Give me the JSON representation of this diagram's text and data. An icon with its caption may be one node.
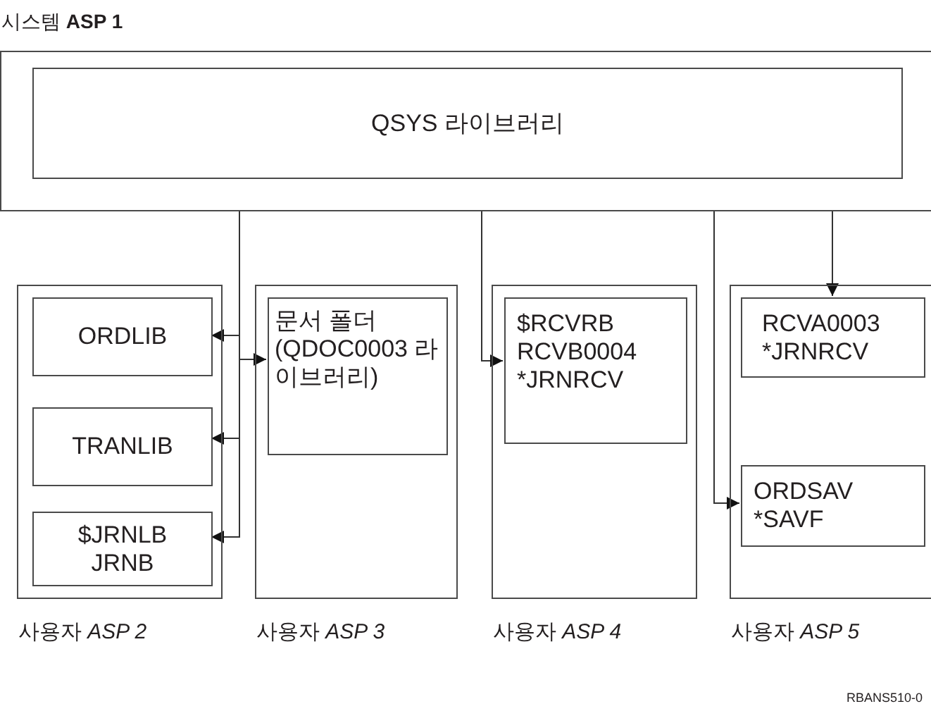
{
  "diagram": {
    "nodes": [
      {
        "text": [
          "시스템 **ASP 1**"
        ]
      },
      {
        "text": [
          "QSYS 라이브러리"
        ],
        "in": 0
      },
      {
        "text": [
          "사용자 *ASP 2*"
        ]
      },
      {
        "text": [
          "ORDLIB"
        ],
        "in": 2
      },
      {
        "text": [
          "TRANLIB"
        ],
        "in": 2
      },
      {
        "text": [
          "$JRNLB JRNB"
        ],
        "in": 2
      },
      {
        "text": [
          "사용자 *ASP 3*"
        ]
      },
      {
        "text": [
          "문서 폴더 (QDOC0003 라이브러리)"
        ],
        "in": 6
      },
      {
        "text": [
          "사용자 *ASP 4*"
        ]
      },
      {
        "text": [
          "$RCVRB RCVB0004 *JRNRCV"
        ],
        "in": 8
      },
      {
        "text": [
          "사용자 *ASP 5*"
        ]
      },
      {
        "text": [
          "RCVA0003 *JRNRCV"
        ],
        "in": 10
      },
      {
        "text": [
          "ORDSAV *SAVF"
        ],
        "in": 10
      }
    ],
    "edges": [
      {
        "from": 0,
        "to": 3,
        "arrow": "to"
      },
      {
        "from": 0,
        "to": 7,
        "arrow": "to"
      },
      {
        "from": 0,
        "to": 4,
        "arrow": "to"
      },
      {
        "from": 0,
        "to": 5,
        "arrow": "to"
      },
      {
        "from": 0,
        "to": 9,
        "arrow": "to"
      },
      {
        "from": 0,
        "to": 12,
        "arrow": "to"
      },
      {
        "from": 0,
        "to": 11,
        "arrow": "to"
      }
    ],
    "labels": [
      "RBANS510-0"
    ]
  }
}
